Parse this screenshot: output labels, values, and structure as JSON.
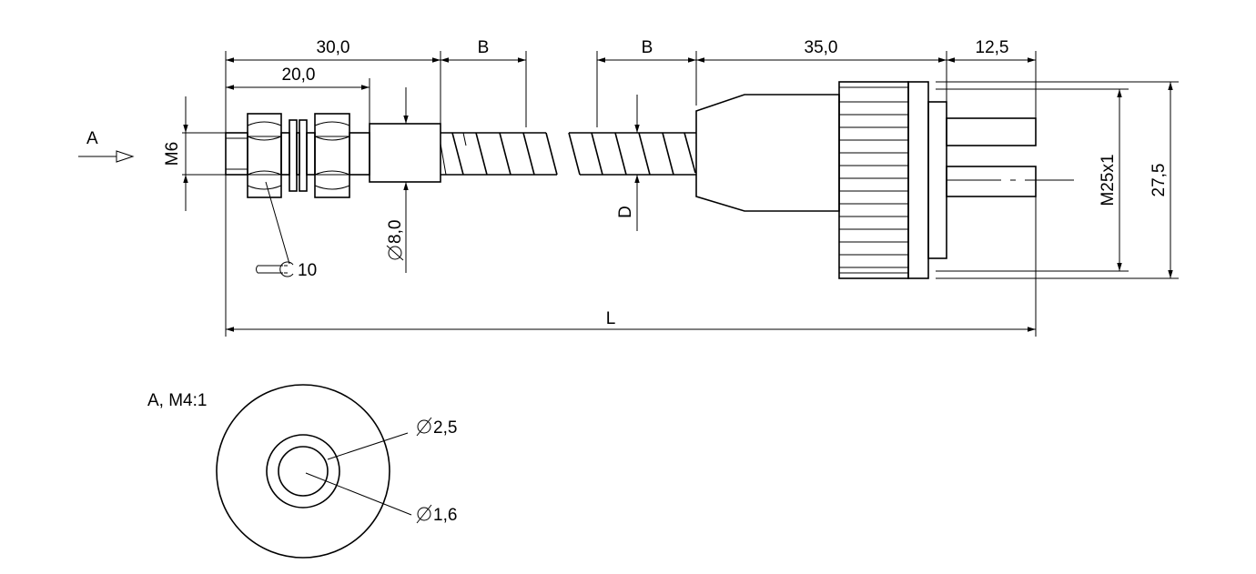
{
  "dimensions": {
    "d30": "30,0",
    "d20": "20,0",
    "b_left": "B",
    "b_right": "B",
    "d35": "35,0",
    "d12_5": "12,5",
    "m6": "M6",
    "dia8": "8,0",
    "d_label": "D",
    "m25": "M25x1",
    "d27_5": "27,5",
    "length": "L",
    "wrench": "10"
  },
  "view_arrow_label": "A",
  "detail": {
    "title": "A, M4:1",
    "outer_dia": "2,5",
    "inner_dia": "1,6"
  },
  "symbols": {
    "diameter": "diameter-symbol",
    "wrench": "wrench-icon"
  },
  "colors": {
    "line": "#000000",
    "background": "#ffffff"
  }
}
